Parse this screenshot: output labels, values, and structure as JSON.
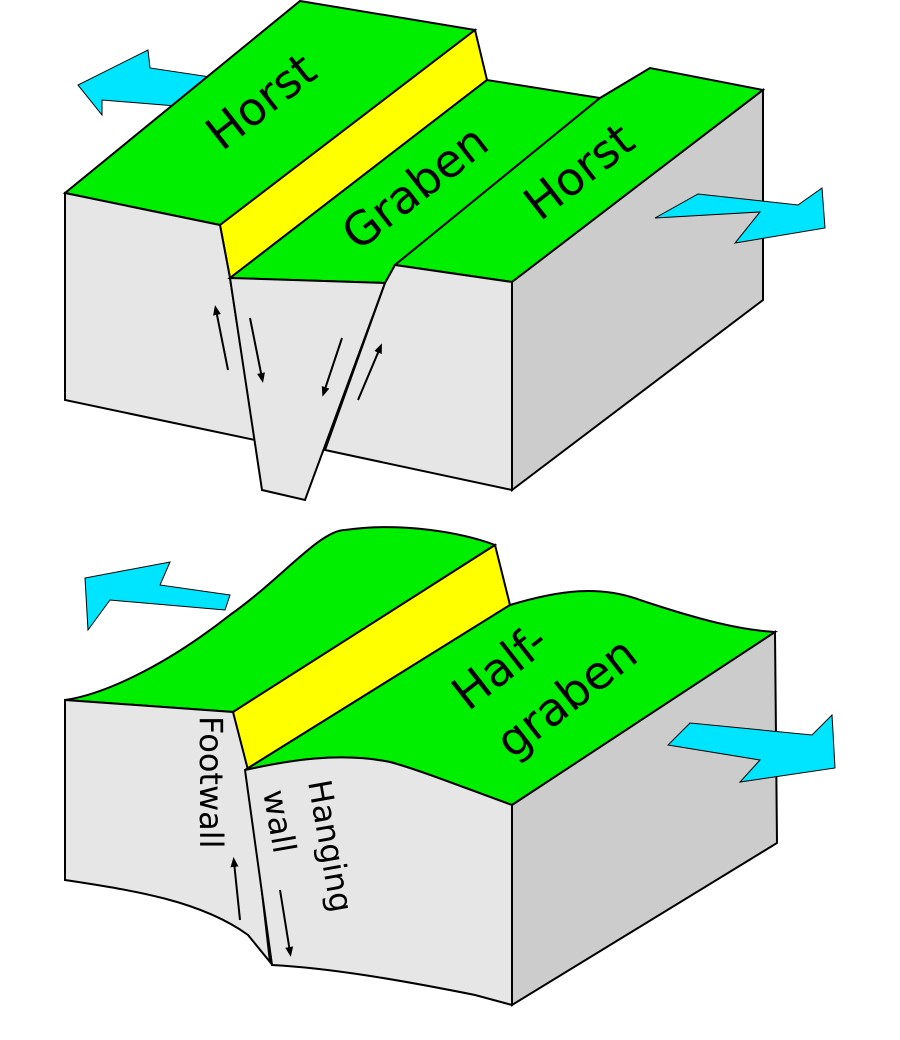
{
  "colors": {
    "surface": "#00ee00",
    "fault_scarp": "#ffff00",
    "front_face": "#e6e6e6",
    "side_face": "#cccccc",
    "outline": "#000000",
    "extension_arrow": "#00e5ff",
    "background": "#ffffff"
  },
  "top_block": {
    "label_left": "Horst",
    "label_center": "Graben",
    "label_right": "Horst"
  },
  "bottom_block": {
    "label_halfgraben_line1": "Half-",
    "label_halfgraben_line2": "graben",
    "label_footwall": "Footwall",
    "label_hanging_line1": "Hanging",
    "label_hanging_line2": "wall"
  },
  "icons": {
    "extension_arrows": "extension-arrow-icon",
    "slip_arrows": "slip-arrow-icon"
  }
}
